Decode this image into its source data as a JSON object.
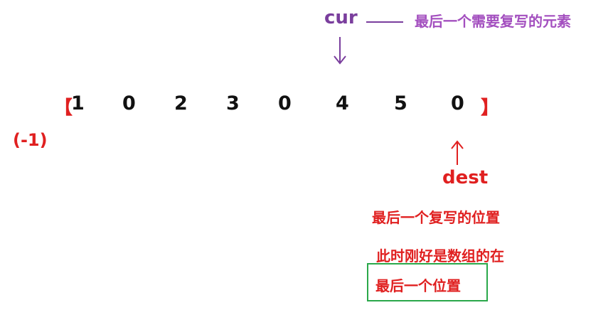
{
  "pointers": {
    "cur": {
      "label": "cur",
      "description": "最后一个需要复写的元素",
      "color": "#7a3e9d",
      "index": 5
    },
    "dest": {
      "label": "dest",
      "color": "#e02020",
      "index": 7
    }
  },
  "array": {
    "open_bracket": "【",
    "close_bracket": "】",
    "values": [
      "1",
      "0",
      "2",
      "3",
      "0",
      "4",
      "5",
      "0"
    ]
  },
  "start_marker": "(-1)",
  "notes": {
    "line1": "最后一个复写的位置",
    "line2": "此时刚好是数组的在",
    "line3": "最后一个位置"
  },
  "colors": {
    "red": "#e02020",
    "purple": "#7a3e9d",
    "green": "#2aa84a",
    "black": "#111111"
  }
}
